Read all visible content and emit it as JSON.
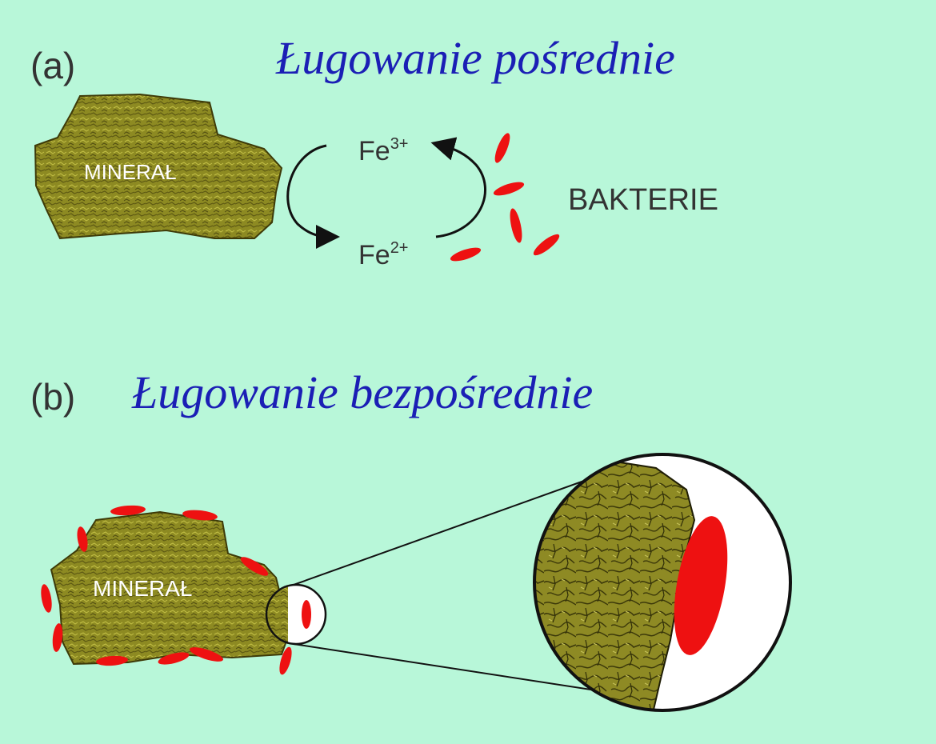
{
  "panel_a": {
    "label": "(a)",
    "title": "Ługowanie pośrednie",
    "mineral_label": "MINERAŁ",
    "ion_top_base": "Fe",
    "ion_top_sup": "3+",
    "ion_bottom_base": "Fe",
    "ion_bottom_sup": "2+",
    "bacteria_label": "BAKTERIE"
  },
  "panel_b": {
    "label": "(b)",
    "title": "Ługowanie bezpośrednie",
    "mineral_label": "MINERAŁ"
  },
  "colors": {
    "background": "#b8f7d9",
    "mineral": "#8f8a1e",
    "bacteria": "#ee1111",
    "title": "#1b1fb5"
  }
}
